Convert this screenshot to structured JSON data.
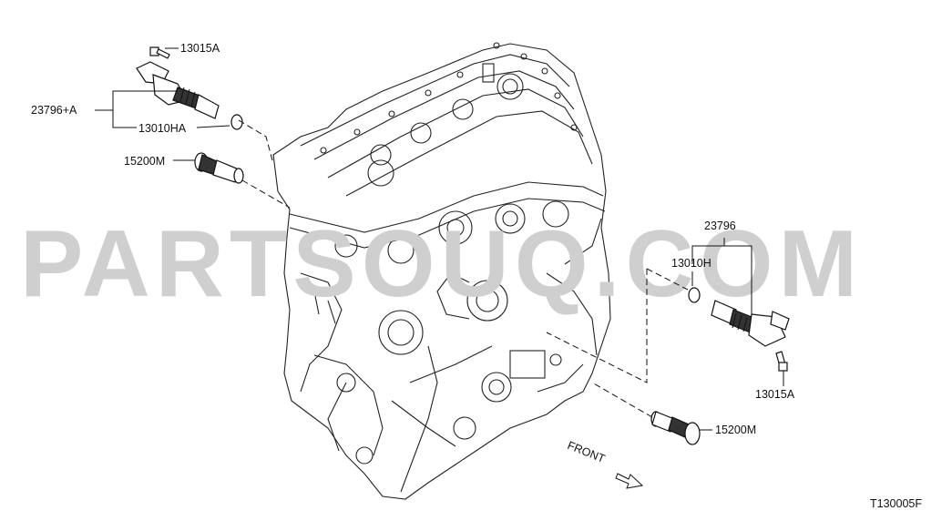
{
  "diagram": {
    "watermark": "PARTSOUQ.COM",
    "code": "T130005F",
    "front": "FRONT",
    "callouts": {
      "bolt_left": "13015A",
      "solenoid_left": "23796+A",
      "oring_left": "13010HA",
      "plug_left": "15200M",
      "solenoid_right": "23796",
      "oring_right": "13010H",
      "bolt_right": "13015A",
      "plug_right": "15200M"
    }
  }
}
